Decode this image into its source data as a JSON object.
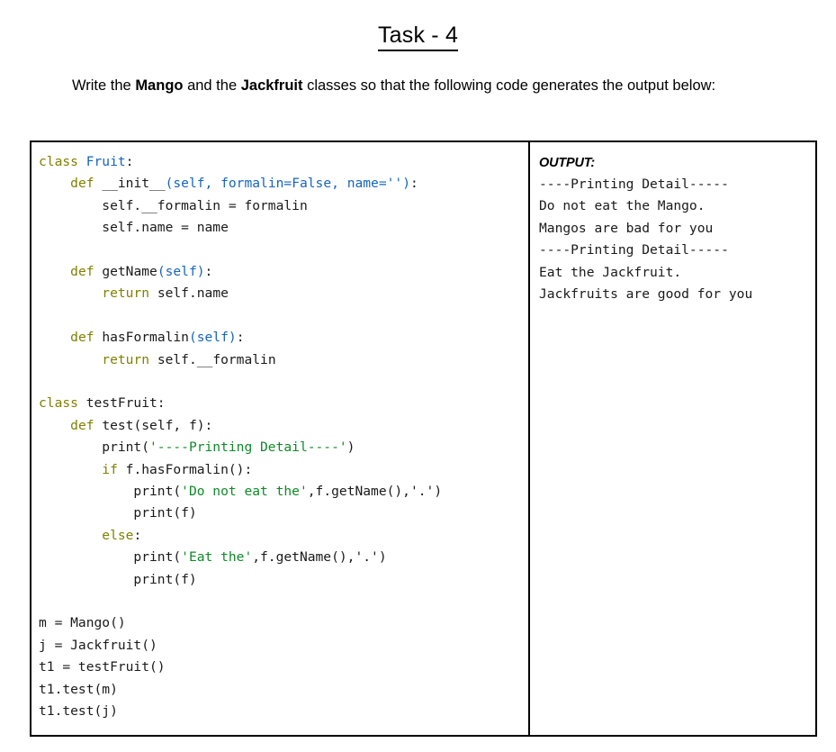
{
  "document": {
    "title": "Task - 4",
    "prompt_prefix": "Write the ",
    "prompt_bold_1": "Mango",
    "prompt_middle": " and the ",
    "prompt_bold_2": "Jackfruit",
    "prompt_suffix": " classes so that the following code generates the output below:"
  },
  "colors": {
    "keyword": "#808000",
    "class_name": "#1565C0",
    "parameter": "#1565C0",
    "string": "#0f8a28",
    "plain": "#1a1a1a",
    "border": "#000000",
    "background": "#ffffff"
  },
  "code_panel": {
    "language": "python",
    "lines": [
      {
        "tokens": [
          {
            "t": "class ",
            "c": "kw"
          },
          {
            "t": "Fruit",
            "c": "cls"
          },
          {
            "t": ":",
            "c": "pl"
          }
        ]
      },
      {
        "tokens": [
          {
            "t": "    ",
            "c": "pl"
          },
          {
            "t": "def ",
            "c": "kw"
          },
          {
            "t": "__init__",
            "c": "pl"
          },
          {
            "t": "(self, formalin=False, name='')",
            "c": "par"
          },
          {
            "t": ":",
            "c": "pl"
          }
        ]
      },
      {
        "tokens": [
          {
            "t": "        self.__formalin = formalin",
            "c": "pl"
          }
        ]
      },
      {
        "tokens": [
          {
            "t": "        self.name = name",
            "c": "pl"
          }
        ]
      },
      {
        "tokens": []
      },
      {
        "tokens": [
          {
            "t": "    ",
            "c": "pl"
          },
          {
            "t": "def ",
            "c": "kw"
          },
          {
            "t": "getName",
            "c": "pl"
          },
          {
            "t": "(self)",
            "c": "par"
          },
          {
            "t": ":",
            "c": "pl"
          }
        ]
      },
      {
        "tokens": [
          {
            "t": "        ",
            "c": "pl"
          },
          {
            "t": "return ",
            "c": "kw"
          },
          {
            "t": "self.name",
            "c": "pl"
          }
        ]
      },
      {
        "tokens": []
      },
      {
        "tokens": [
          {
            "t": "    ",
            "c": "pl"
          },
          {
            "t": "def ",
            "c": "kw"
          },
          {
            "t": "hasFormalin",
            "c": "pl"
          },
          {
            "t": "(self)",
            "c": "par"
          },
          {
            "t": ":",
            "c": "pl"
          }
        ]
      },
      {
        "tokens": [
          {
            "t": "        ",
            "c": "pl"
          },
          {
            "t": "return ",
            "c": "kw"
          },
          {
            "t": "self.__formalin",
            "c": "pl"
          }
        ]
      },
      {
        "tokens": []
      },
      {
        "tokens": [
          {
            "t": "class ",
            "c": "kw"
          },
          {
            "t": "testFruit:",
            "c": "pl"
          }
        ]
      },
      {
        "tokens": [
          {
            "t": "    ",
            "c": "pl"
          },
          {
            "t": "def ",
            "c": "kw"
          },
          {
            "t": "test(self, f):",
            "c": "pl"
          }
        ]
      },
      {
        "tokens": [
          {
            "t": "        print(",
            "c": "pl"
          },
          {
            "t": "'----Printing Detail----'",
            "c": "str"
          },
          {
            "t": ")",
            "c": "pl"
          }
        ]
      },
      {
        "tokens": [
          {
            "t": "        ",
            "c": "pl"
          },
          {
            "t": "if ",
            "c": "kw"
          },
          {
            "t": "f.hasFormalin():",
            "c": "pl"
          }
        ]
      },
      {
        "tokens": [
          {
            "t": "            print(",
            "c": "pl"
          },
          {
            "t": "'Do not eat the'",
            "c": "str"
          },
          {
            "t": ",f.getName(),",
            "c": "pl"
          },
          {
            "t": "'.'",
            "c": "pl"
          },
          {
            "t": ")",
            "c": "pl"
          }
        ]
      },
      {
        "tokens": [
          {
            "t": "            print(f)",
            "c": "pl"
          }
        ]
      },
      {
        "tokens": [
          {
            "t": "        ",
            "c": "pl"
          },
          {
            "t": "else",
            "c": "kw"
          },
          {
            "t": ":",
            "c": "pl"
          }
        ]
      },
      {
        "tokens": [
          {
            "t": "            print(",
            "c": "pl"
          },
          {
            "t": "'Eat the'",
            "c": "str"
          },
          {
            "t": ",f.getName(),",
            "c": "pl"
          },
          {
            "t": "'.'",
            "c": "pl"
          },
          {
            "t": ")",
            "c": "pl"
          }
        ]
      },
      {
        "tokens": [
          {
            "t": "            print(f)",
            "c": "pl"
          }
        ]
      },
      {
        "tokens": []
      },
      {
        "tokens": [
          {
            "t": "m = Mango()",
            "c": "pl"
          }
        ]
      },
      {
        "tokens": [
          {
            "t": "j = Jackfruit()",
            "c": "pl"
          }
        ]
      },
      {
        "tokens": [
          {
            "t": "t1 = testFruit()",
            "c": "pl"
          }
        ]
      },
      {
        "tokens": [
          {
            "t": "t1.test(m)",
            "c": "pl"
          }
        ]
      },
      {
        "tokens": [
          {
            "t": "t1.test(j)",
            "c": "pl"
          }
        ]
      }
    ]
  },
  "output_panel": {
    "heading": "OUTPUT:",
    "lines": [
      "----Printing Detail-----",
      "Do not eat the Mango.",
      "Mangos are bad for you",
      "----Printing Detail-----",
      "Eat the Jackfruit.",
      "Jackfruits are good for you"
    ]
  }
}
